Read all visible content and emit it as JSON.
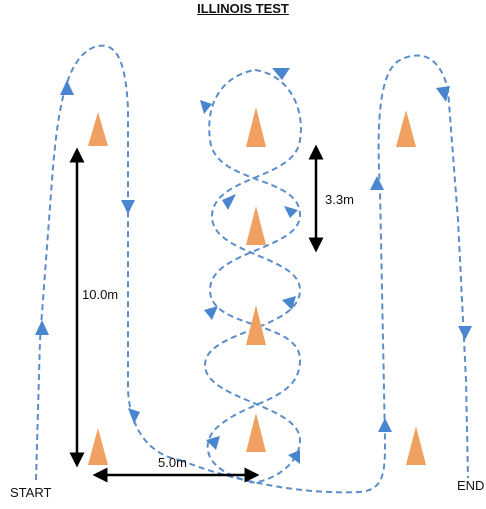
{
  "title": "ILLINOIS TEST",
  "labels": {
    "start": "START",
    "end": "END",
    "length_long": "10.0m",
    "width": "5.0m",
    "cone_spacing": "3.3m"
  },
  "colors": {
    "path": "#5b8ec9",
    "arrowhead": "#4a86cf",
    "cone": "#f0a060",
    "dimension": "#000000"
  },
  "icons": {
    "cone": "cone-icon",
    "arrowhead": "arrowhead-icon"
  }
}
